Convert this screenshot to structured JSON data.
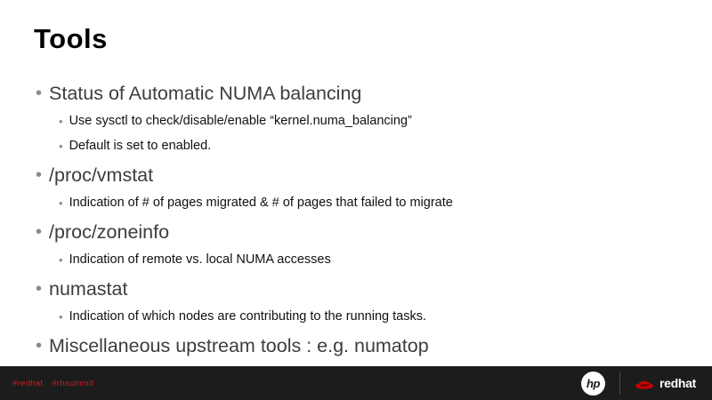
{
  "slide": {
    "title": "Tools",
    "bullets": [
      {
        "level": 1,
        "text": "Status of Automatic NUMA balancing"
      },
      {
        "level": 2,
        "text": "Use sysctl to check/disable/enable “kernel.numa_balancing”"
      },
      {
        "level": 2,
        "text": "Default is set to enabled."
      },
      {
        "level": 1,
        "text": "/proc/vmstat"
      },
      {
        "level": 2,
        "text": "Indication of # of pages migrated & # of pages that failed to migrate"
      },
      {
        "level": 1,
        "text": "/proc/zoneinfo"
      },
      {
        "level": 2,
        "text": "Indication of remote vs. local NUMA accesses"
      },
      {
        "level": 1,
        "text": "numastat"
      },
      {
        "level": 2,
        "text": "Indication of which nodes are contributing to the running tasks."
      },
      {
        "level": 1,
        "text": "Miscellaneous upstream tools : e.g. numatop"
      }
    ],
    "bullet_glyph": "•"
  },
  "footer": {
    "hashtag_1": "#redhat",
    "hashtag_2": "#rhsummit",
    "hp_logo_text": "hp",
    "redhat_logo_text": "redhat",
    "colors": {
      "bar_background": "#1c1c1c",
      "hashtag_red": "#c22027",
      "redhat_red": "#cc0000"
    }
  }
}
